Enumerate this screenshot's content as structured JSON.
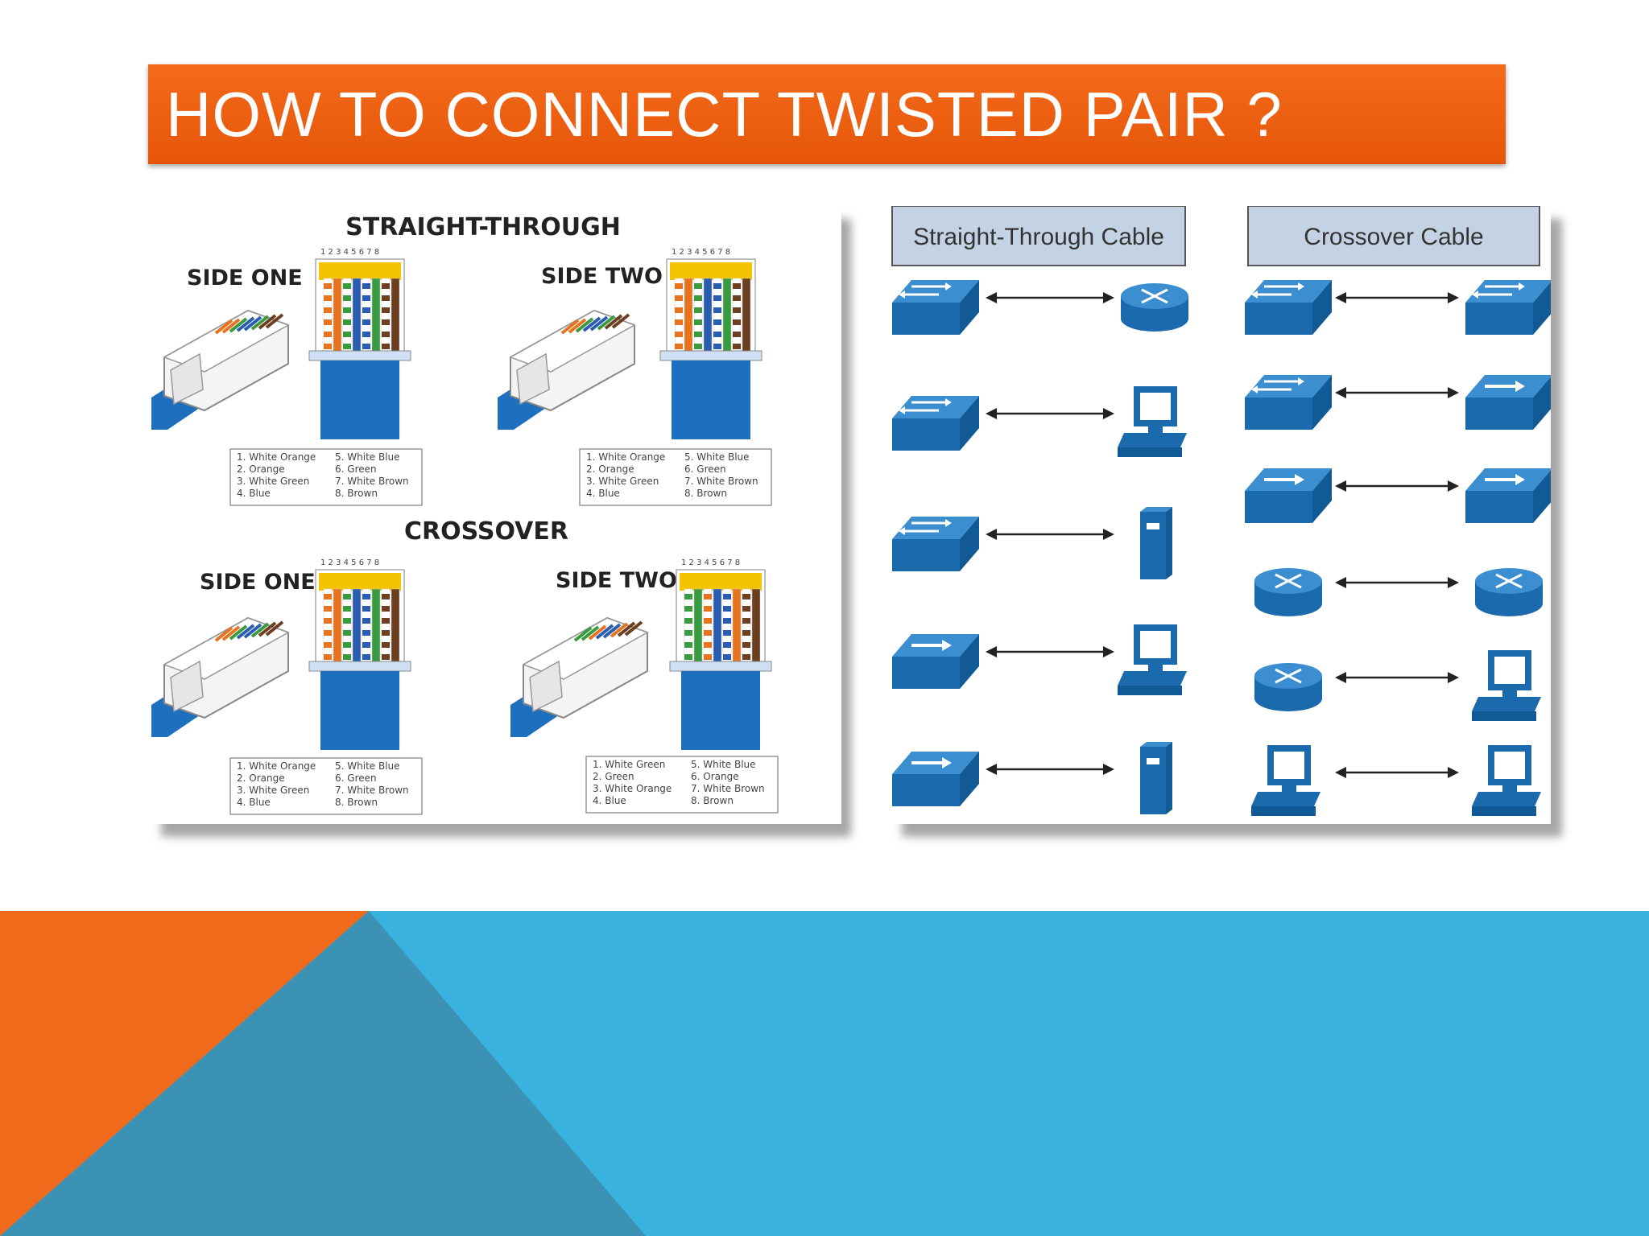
{
  "slide": {
    "title": "HOW TO CONNECT TWISTED PAIR ?"
  },
  "wiring": {
    "straight_title": "STRAIGHT-THROUGH",
    "crossover_title": "CROSSOVER",
    "side_one": "SIDE ONE",
    "side_two": "SIDE TWO",
    "pin_numbers": "1 2 3 4 5 6 7 8",
    "legend_standard": [
      "1. White Orange",
      "2. Orange",
      "3. White Green",
      "4. Blue",
      "5. White Blue",
      "6. Green",
      "7. White Brown",
      "8. Brown"
    ],
    "legend_crossed": [
      "1. White Green",
      "2. Green",
      "3. White Orange",
      "4. Blue",
      "5. White Blue",
      "6. Orange",
      "7. White Brown",
      "8. Brown"
    ],
    "colors": {
      "orange": "#e8731f",
      "green": "#3a9a3f",
      "blue": "#2a5db0",
      "brown": "#6b3f1f",
      "jacket": "#1f6fbf"
    }
  },
  "cables": {
    "straight_header": "Straight-Through Cable",
    "crossover_header": "Crossover Cable",
    "straight_rows": [
      {
        "left": "switch-icon",
        "right": "router-icon"
      },
      {
        "left": "switch-icon",
        "right": "computer-icon"
      },
      {
        "left": "switch-icon",
        "right": "server-icon"
      },
      {
        "left": "hub-icon",
        "right": "computer-icon"
      },
      {
        "left": "hub-icon",
        "right": "server-icon"
      }
    ],
    "crossover_rows": [
      {
        "left": "switch-icon",
        "right": "switch-icon"
      },
      {
        "left": "switch-icon",
        "right": "hub-icon"
      },
      {
        "left": "hub-icon",
        "right": "hub-icon"
      },
      {
        "left": "router-icon",
        "right": "router-icon"
      },
      {
        "left": "router-icon",
        "right": "computer-icon"
      },
      {
        "left": "computer-icon",
        "right": "computer-icon"
      }
    ],
    "icon_color": "#1a6aad"
  },
  "theme": {
    "accent_orange": "#f06a1c",
    "accent_blue": "#3ab2df",
    "shade_blue": "#3b92b5"
  }
}
